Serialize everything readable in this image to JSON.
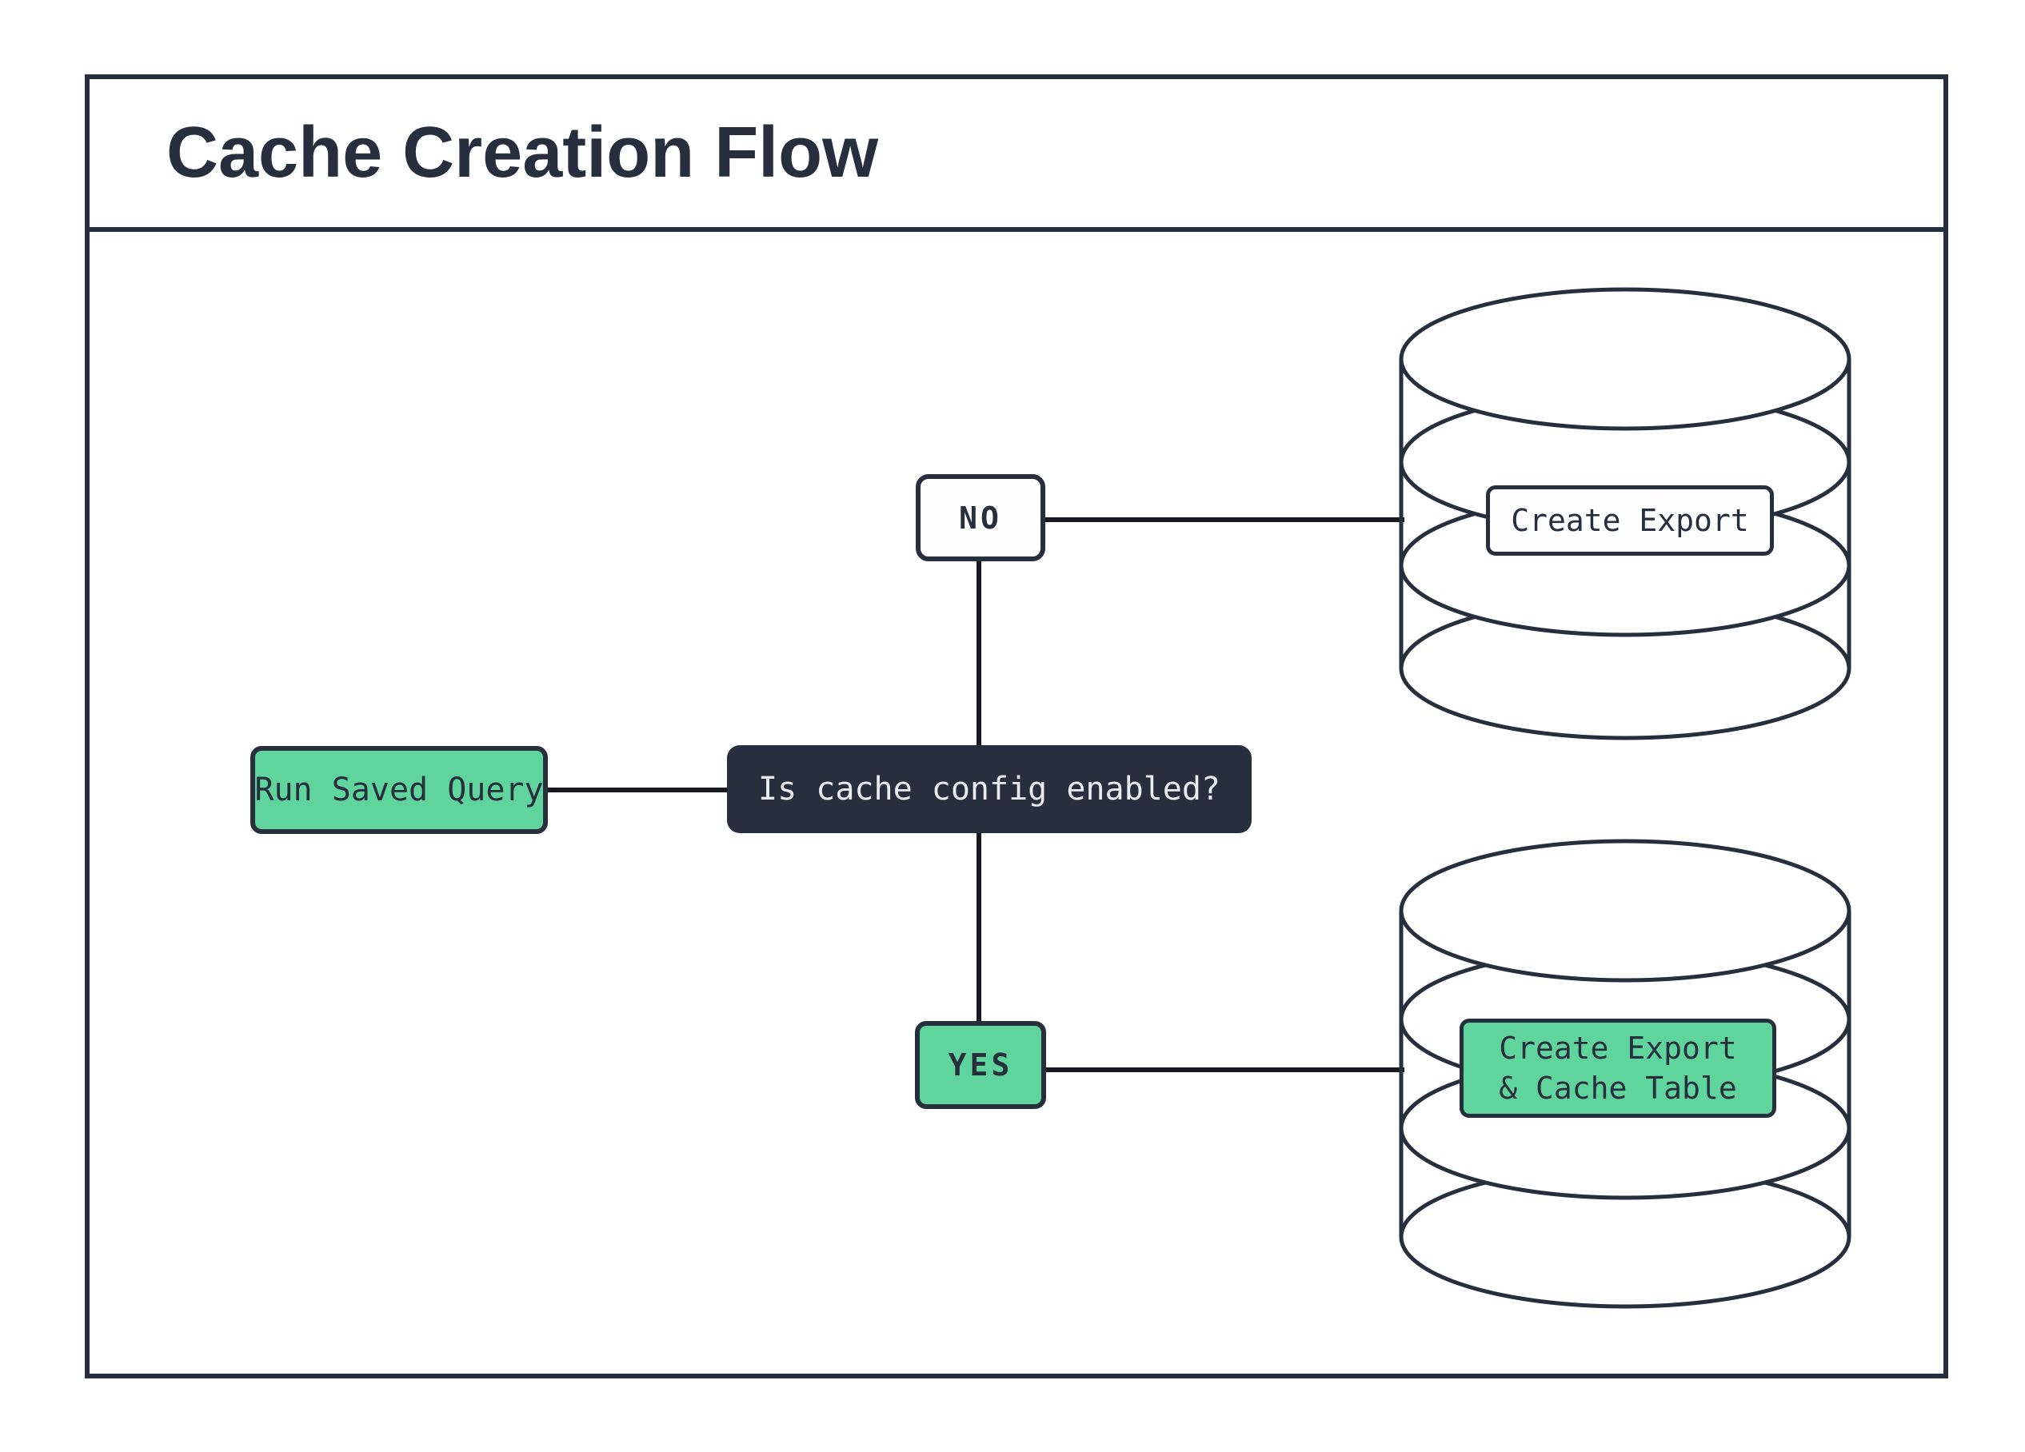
{
  "title": "Cache Creation Flow",
  "nodes": {
    "start": {
      "label": "Run Saved Query"
    },
    "decision": {
      "label": "Is cache config enabled?"
    },
    "branch_no": {
      "label": "NO"
    },
    "branch_yes": {
      "label": "YES"
    },
    "result_no": {
      "label": "Create Export"
    },
    "result_yes": {
      "line1": "Create Export",
      "line2": "& Cache Table"
    }
  },
  "icons": {
    "result_no_icon": "database-icon",
    "result_yes_icon": "database-icon"
  },
  "colors": {
    "accent_green": "#5fd49d",
    "navy": "#272e3e",
    "connector": "#17191f",
    "node_text_light": "#e9ebee",
    "background": "#ffffff"
  }
}
